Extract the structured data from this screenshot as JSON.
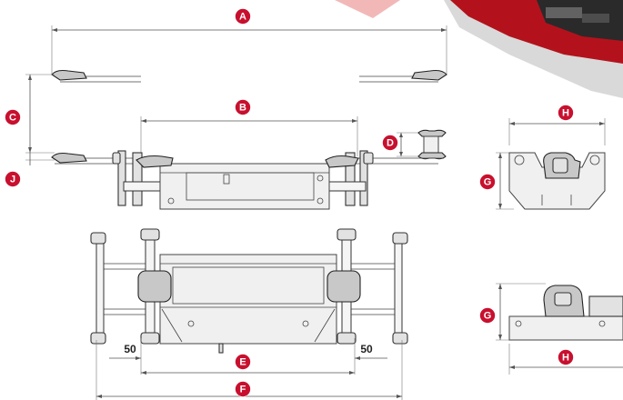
{
  "colors": {
    "badge": "#c8102e",
    "product_red": "#b3121c",
    "product_dark": "#2a2a2a",
    "pink_accent": "#f2b8b8"
  },
  "labels": {
    "A": "A",
    "B": "B",
    "C": "C",
    "D": "D",
    "E": "E",
    "F": "F",
    "G_top": "G",
    "G_bottom": "G",
    "H_top": "H",
    "H_bottom": "H",
    "J": "J"
  },
  "offsets": {
    "left": "50",
    "right": "50"
  }
}
